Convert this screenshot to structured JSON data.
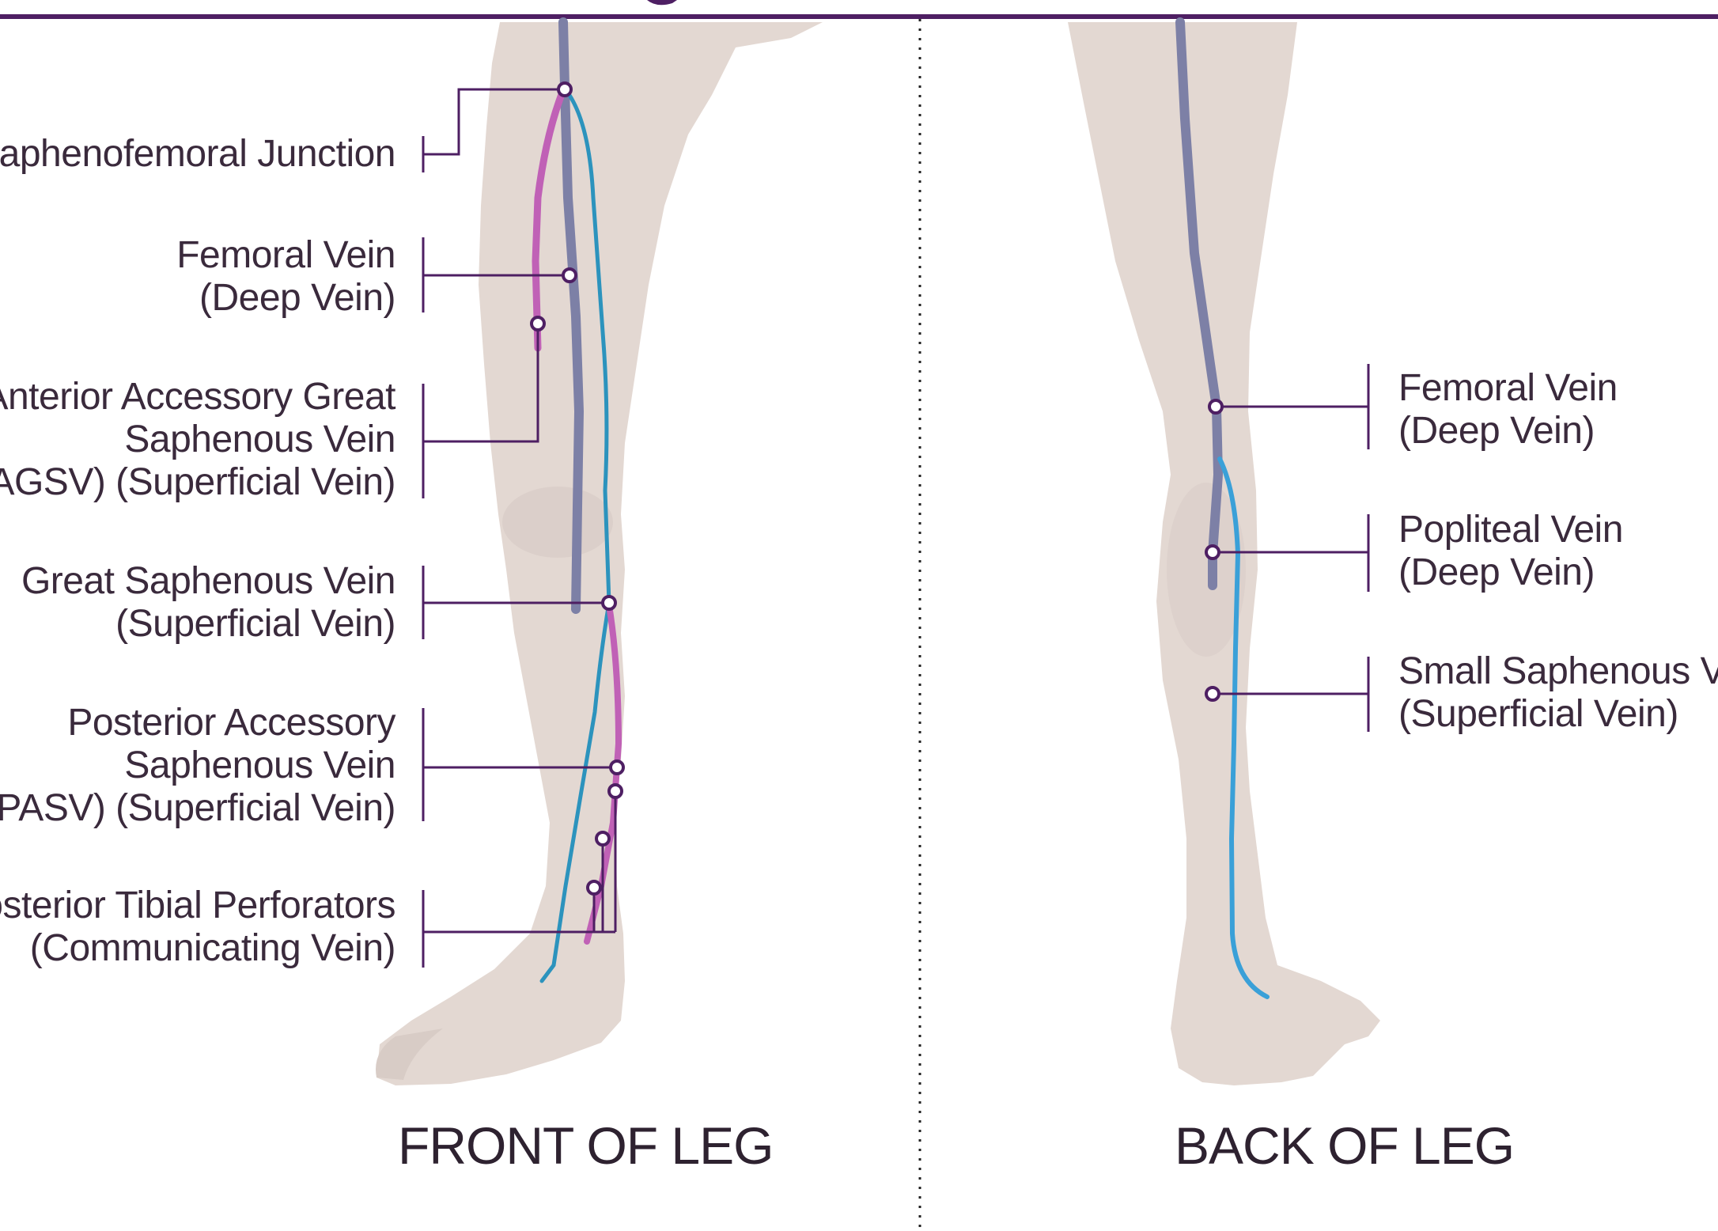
{
  "front": {
    "caption": "FRONT OF LEG",
    "labels": [
      {
        "lines": [
          "Saphenofemoral Junction"
        ]
      },
      {
        "lines": [
          "Femoral Vein",
          "(Deep Vein)"
        ]
      },
      {
        "lines": [
          "Anterior Accessory Great",
          "Saphenous Vein",
          "(AAGSV) (Superficial Vein)"
        ]
      },
      {
        "lines": [
          "Great Saphenous Vein",
          "(Superficial Vein)"
        ]
      },
      {
        "lines": [
          "Posterior Accessory",
          "Saphenous Vein",
          "(PASV) (Superficial Vein)"
        ]
      },
      {
        "lines": [
          "Posterior Tibial Perforators",
          "(Communicating Vein)"
        ]
      }
    ]
  },
  "back": {
    "caption": "BACK OF LEG",
    "labels": [
      {
        "lines": [
          "Femoral Vein",
          "(Deep Vein)"
        ]
      },
      {
        "lines": [
          "Popliteal Vein",
          "(Deep Vein)"
        ]
      },
      {
        "lines": [
          "Small Saphenous Vein",
          "(Superficial Vein)"
        ]
      }
    ]
  },
  "colors": {
    "accent": "#4e1f63",
    "skin": "#e3d8d2",
    "deep_vein": "#7d80a6",
    "great_saphenous": "#2c93bd",
    "accessory_vein": "#c061b6",
    "small_saphenous": "#3aa0d8",
    "divider": "#222222"
  }
}
